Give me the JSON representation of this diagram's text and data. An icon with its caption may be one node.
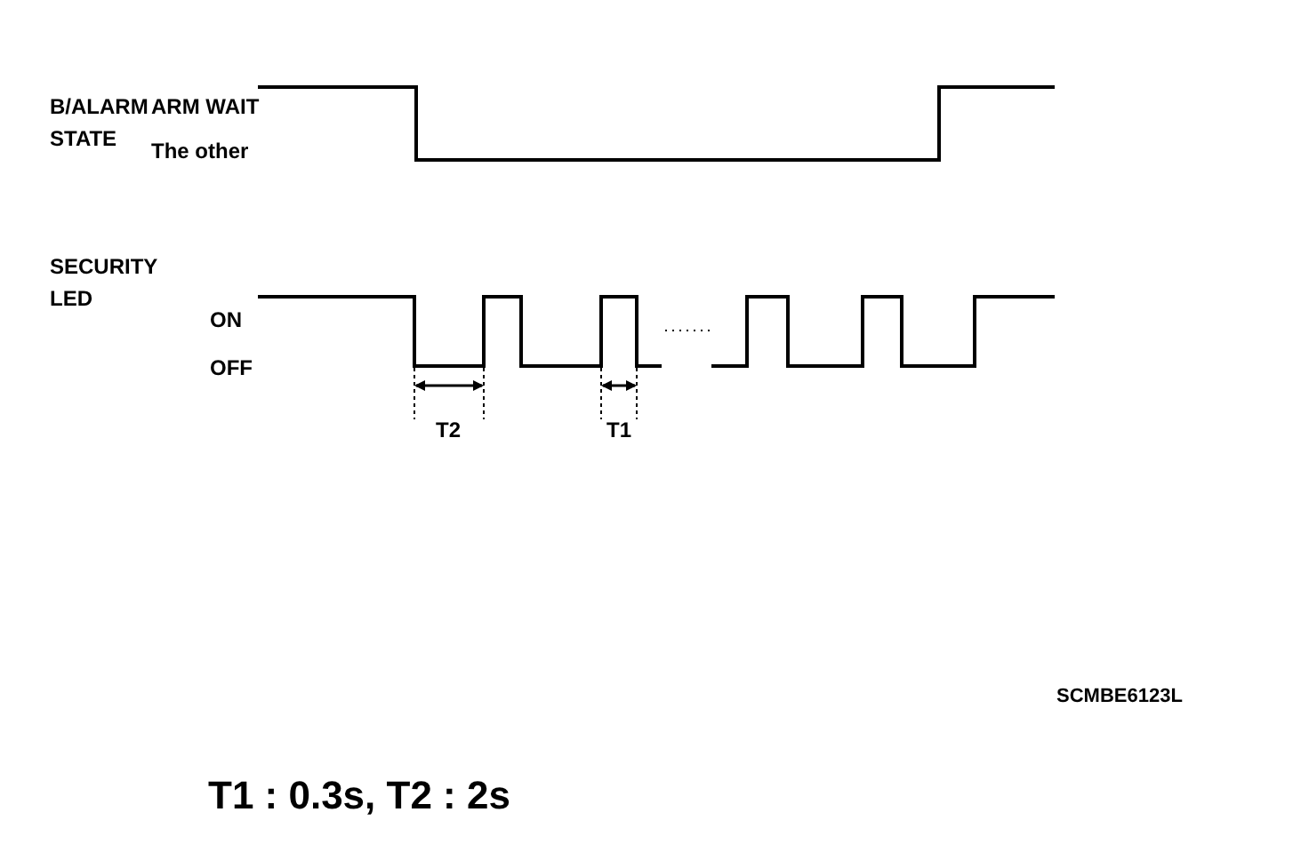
{
  "diagram": {
    "caption": "T1 : 0.3s, T2 : 2s",
    "labels": [
      "B/ALARM STATE",
      "ARM WAIT",
      "The other",
      "SECURITY LED",
      "ON",
      "OFF",
      "T2",
      "T1",
      "SCMBE6123L"
    ]
  }
}
